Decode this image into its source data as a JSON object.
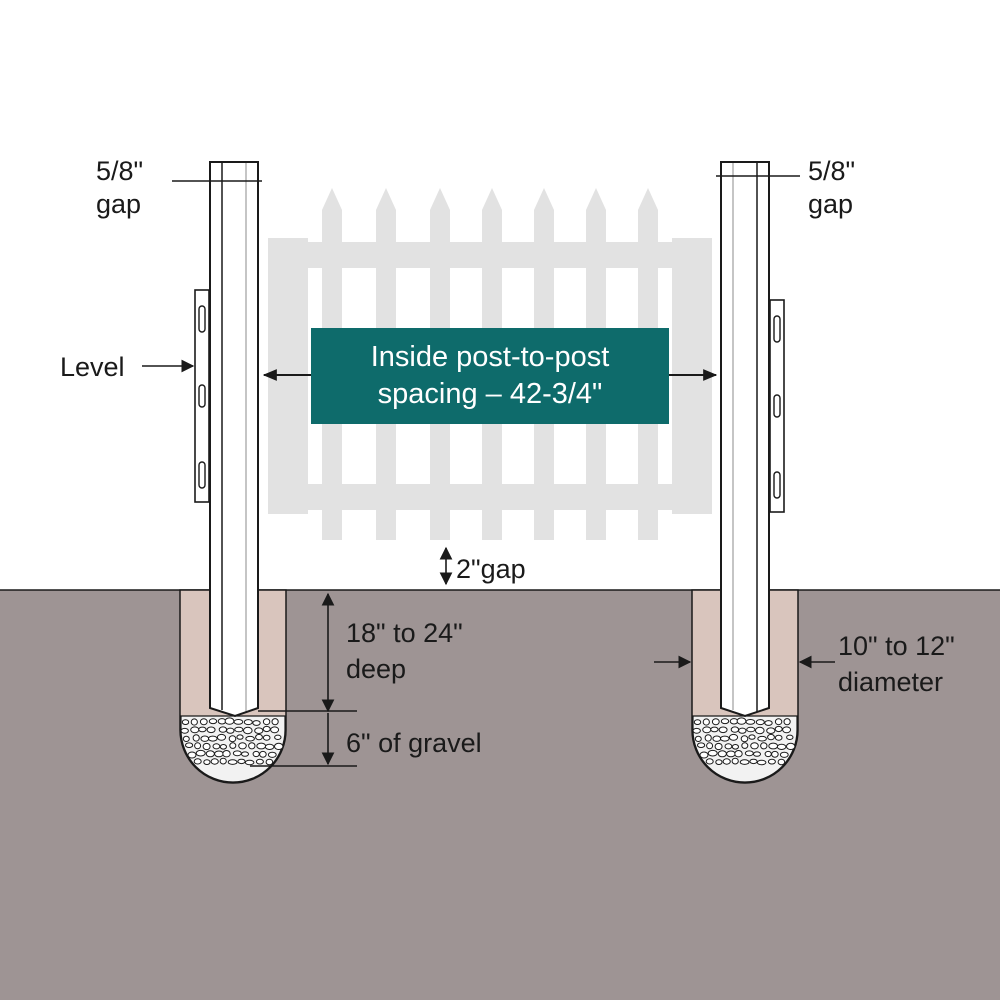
{
  "labels": {
    "gap_left_line1": "5/8\"",
    "gap_left_line2": "gap",
    "gap_right_line1": "5/8\"",
    "gap_right_line2": "gap",
    "level": "Level",
    "spacing_line1": "Inside post-to-post",
    "spacing_line2": "spacing – 42-3/4\"",
    "bottom_gap": "2\"gap",
    "depth_line1": "18\" to 24\"",
    "depth_line2": "deep",
    "gravel": "6\" of gravel",
    "diameter_line1": "10\" to 12\"",
    "diameter_line2": "diameter"
  },
  "colors": {
    "ground": "#9e9494",
    "hole_fill": "#d9c5bd",
    "gate": "#e2e2e2",
    "label_box": "#0e6b6b",
    "line": "#1a1a1a",
    "background": "#ffffff"
  },
  "icons": {
    "dimension_arrows": "arrow-icon",
    "gravel": "gravel-texture"
  }
}
